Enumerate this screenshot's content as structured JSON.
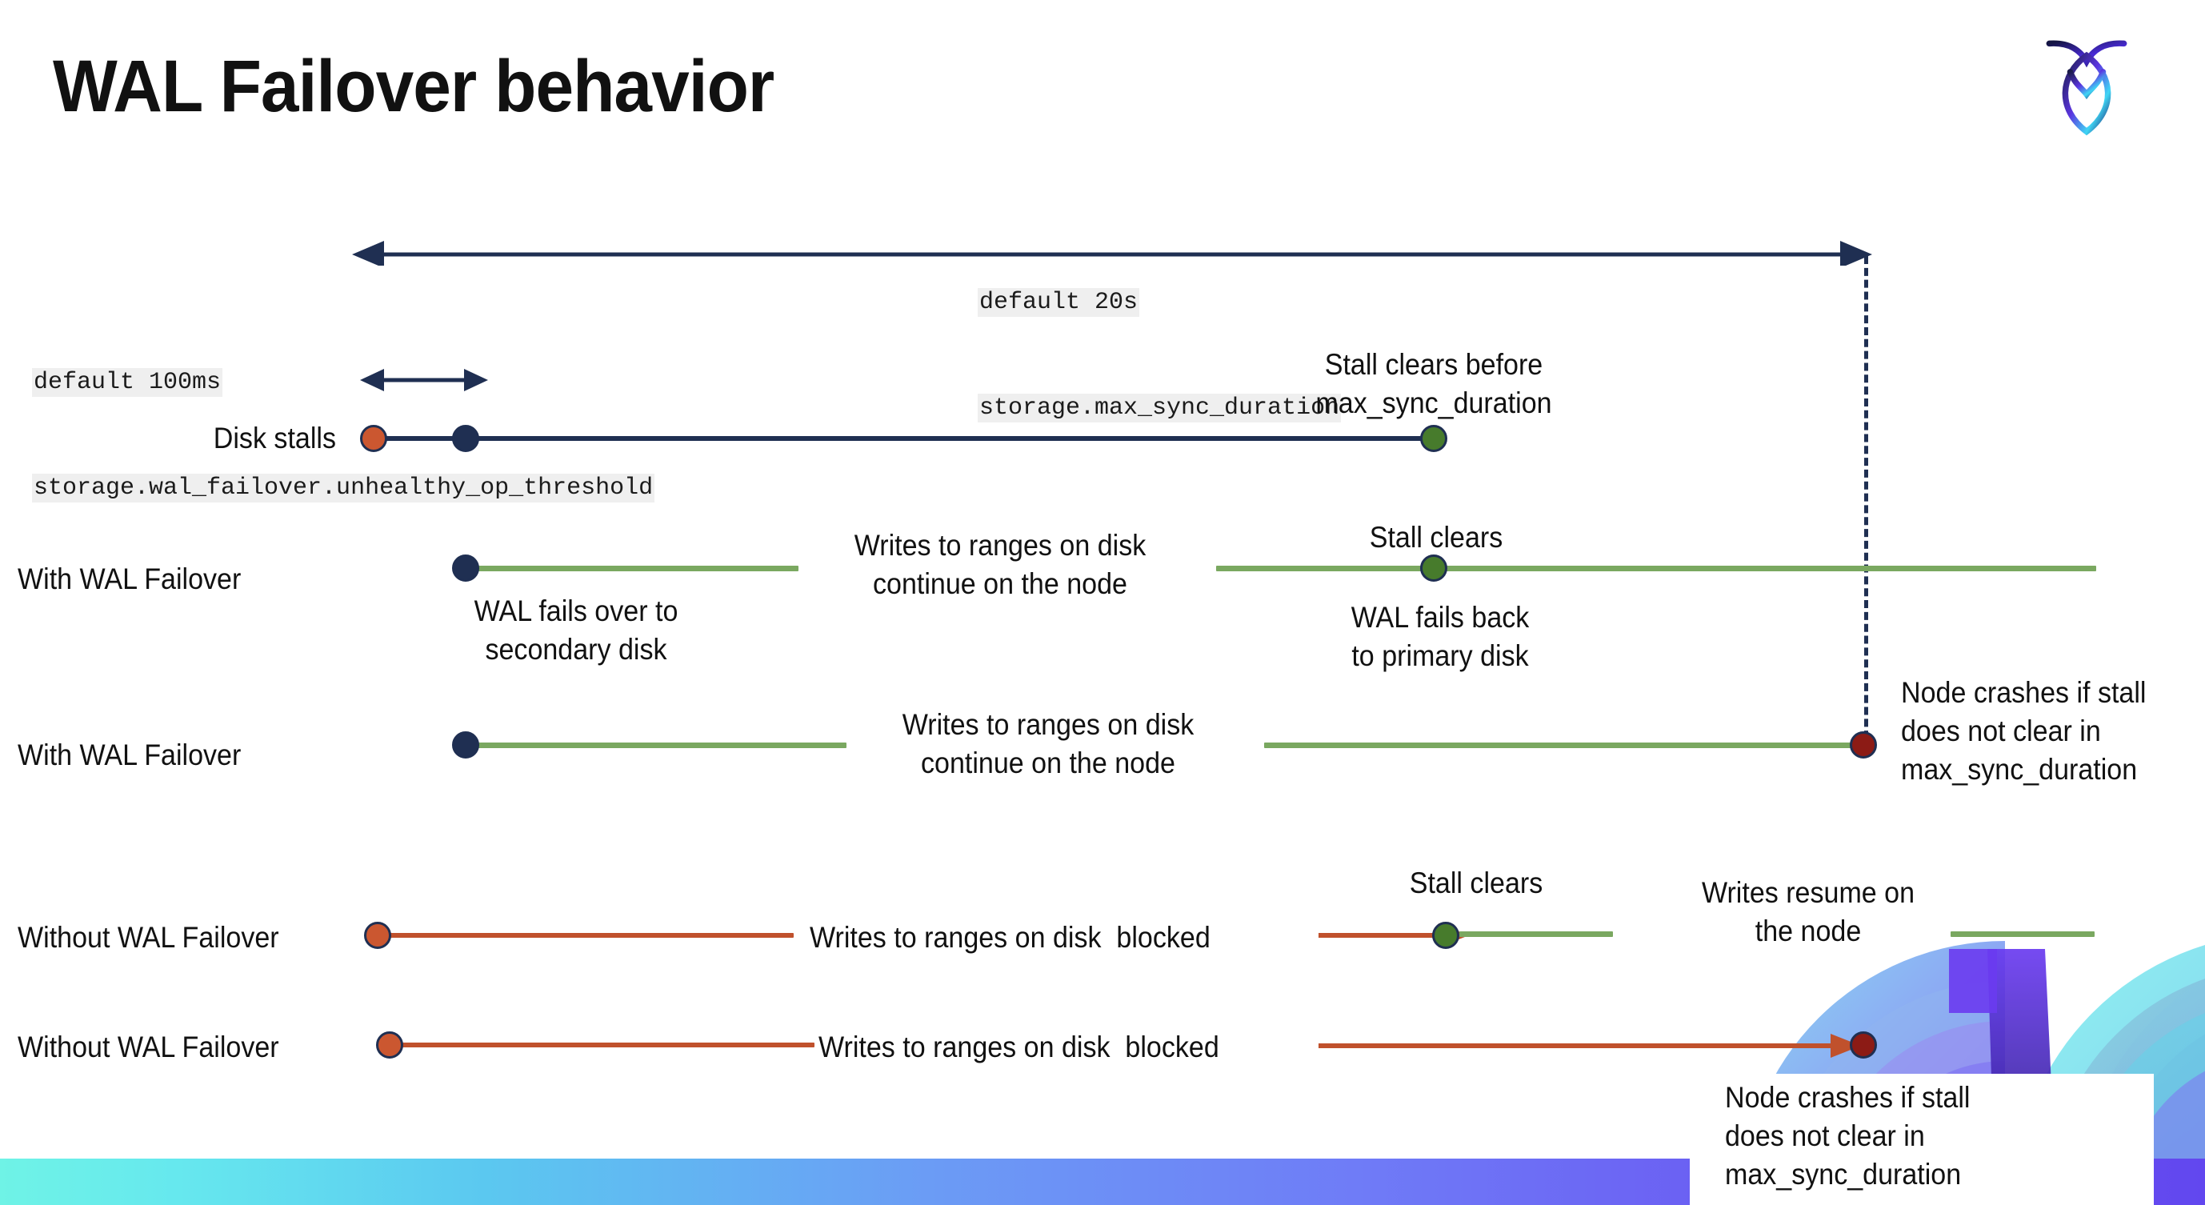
{
  "slide": {
    "title": "WAL Failover behavior",
    "logo_name": "cockroachdb-logo"
  },
  "annotations": {
    "max_sync": {
      "line1": "default 20s",
      "line2": "storage.max_sync_duration"
    },
    "unhealthy_op": {
      "line1": "default 100ms",
      "line2": "storage.wal_failover.unhealthy_op_threshold"
    }
  },
  "rows": [
    {
      "id": "disk-stalls",
      "label": "Disk stalls",
      "note_end": "Stall clears before\nmax_sync_duration"
    },
    {
      "id": "with-wal-failover-clears",
      "label": "With WAL Failover",
      "note_start": "WAL fails over to\nsecondary disk",
      "note_middle": "Writes to ranges on disk\ncontinue on the node",
      "note_event": "Stall clears",
      "note_after": "WAL fails  back\nto primary disk"
    },
    {
      "id": "with-wal-failover-crash",
      "label": "With WAL Failover",
      "note_middle": "Writes to ranges on disk\ncontinue on the node",
      "note_end": "Node crashes if stall\ndoes not clear in\nmax_sync_duration"
    },
    {
      "id": "without-wal-failover-clears",
      "label": "Without WAL Failover",
      "note_middle": "Writes to ranges on disk  blocked",
      "note_event": "Stall clears",
      "note_after": "Writes resume on\nthe node"
    },
    {
      "id": "without-wal-failover-crash",
      "label": "Without WAL Failover",
      "note_middle": "Writes to ranges on disk  blocked",
      "note_end": "Node crashes if stall\ndoes not clear in\nmax_sync_duration"
    }
  ],
  "colors": {
    "navy": "#1f2f52",
    "green_line": "#7aa860",
    "green_dot": "#477b2c",
    "orange_line": "#c0512c",
    "orange_dot": "#cb5730",
    "dark_red_dot": "#8c1b15",
    "code_bg": "#efefef",
    "text": "#111111"
  }
}
